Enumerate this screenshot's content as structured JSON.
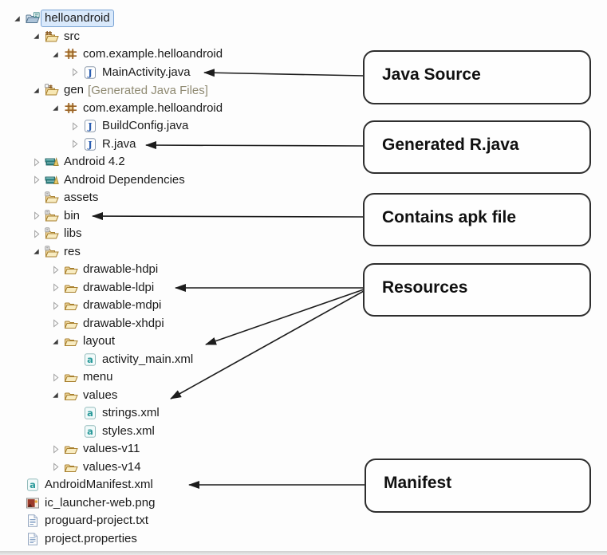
{
  "colors": {
    "selection_fill": "#d9e9fb",
    "selection_border": "#7aa3d4",
    "decorator_text": "#8f8a72",
    "tree_text": "#1a1a1a",
    "callout_border": "#2e2e2e",
    "arrow": "#1c1c1c",
    "folder": "#f4dc9c",
    "package_brown": "#9a6226",
    "java_blue": "#2a5db0",
    "xml_teal": "#2a9a9a"
  },
  "tree": {
    "rows": [
      {
        "label": "helloandroid",
        "icon": "project-icon",
        "toggle": "expanded",
        "level": 0,
        "selected": true
      },
      {
        "label": "src",
        "icon": "package-folder-icon",
        "toggle": "expanded",
        "level": 1
      },
      {
        "label": "com.example.helloandroid",
        "icon": "package-icon",
        "toggle": "expanded",
        "level": 2
      },
      {
        "label": "MainActivity.java",
        "icon": "java-file-icon",
        "toggle": "collapsed",
        "level": 3
      },
      {
        "label": "gen",
        "suffix": "[Generated Java Files]",
        "icon": "package-folder-deco-icon",
        "toggle": "expanded",
        "level": 1
      },
      {
        "label": "com.example.helloandroid",
        "icon": "package-icon",
        "toggle": "expanded",
        "level": 2
      },
      {
        "label": "BuildConfig.java",
        "icon": "java-file-icon",
        "toggle": "collapsed",
        "level": 3
      },
      {
        "label": "R.java",
        "icon": "java-file-icon",
        "toggle": "collapsed",
        "level": 3
      },
      {
        "label": "Android 4.2",
        "icon": "library-icon",
        "toggle": "collapsed",
        "level": 1
      },
      {
        "label": "Android Dependencies",
        "icon": "library-icon",
        "toggle": "collapsed",
        "level": 1
      },
      {
        "label": "assets",
        "icon": "folder-deco-icon",
        "toggle": "none",
        "level": 1
      },
      {
        "label": "bin",
        "icon": "folder-deco-icon",
        "toggle": "collapsed",
        "level": 1
      },
      {
        "label": "libs",
        "icon": "folder-deco-icon",
        "toggle": "collapsed",
        "level": 1
      },
      {
        "label": "res",
        "icon": "folder-deco-icon",
        "toggle": "expanded",
        "level": 1
      },
      {
        "label": "drawable-hdpi",
        "icon": "folder-icon",
        "toggle": "collapsed",
        "level": 2
      },
      {
        "label": "drawable-ldpi",
        "icon": "folder-icon",
        "toggle": "collapsed",
        "level": 2
      },
      {
        "label": "drawable-mdpi",
        "icon": "folder-icon",
        "toggle": "collapsed",
        "level": 2
      },
      {
        "label": "drawable-xhdpi",
        "icon": "folder-icon",
        "toggle": "collapsed",
        "level": 2
      },
      {
        "label": "layout",
        "icon": "folder-icon",
        "toggle": "expanded",
        "level": 2
      },
      {
        "label": "activity_main.xml",
        "icon": "xml-file-icon",
        "toggle": "none",
        "level": 3
      },
      {
        "label": "menu",
        "icon": "folder-icon",
        "toggle": "collapsed",
        "level": 2
      },
      {
        "label": "values",
        "icon": "folder-icon",
        "toggle": "expanded",
        "level": 2
      },
      {
        "label": "strings.xml",
        "icon": "xml-file-icon",
        "toggle": "none",
        "level": 3
      },
      {
        "label": "styles.xml",
        "icon": "xml-file-icon",
        "toggle": "none",
        "level": 3
      },
      {
        "label": "values-v11",
        "icon": "folder-icon",
        "toggle": "collapsed",
        "level": 2
      },
      {
        "label": "values-v14",
        "icon": "folder-icon",
        "toggle": "collapsed",
        "level": 2
      },
      {
        "label": "AndroidManifest.xml",
        "icon": "xml-file-icon",
        "toggle": "none",
        "level": 1,
        "compact": true
      },
      {
        "label": "ic_launcher-web.png",
        "icon": "image-file-icon",
        "toggle": "none",
        "level": 1,
        "compact": true
      },
      {
        "label": "proguard-project.txt",
        "icon": "text-file-icon",
        "toggle": "none",
        "level": 1,
        "compact": true
      },
      {
        "label": "project.properties",
        "icon": "text-file-icon",
        "toggle": "none",
        "level": 1,
        "compact": true
      }
    ]
  },
  "callouts": [
    {
      "id": "java-source",
      "label": "Java Source"
    },
    {
      "id": "generated-r-java",
      "label": "Generated R.java"
    },
    {
      "id": "contains-apk",
      "label": "Contains apk file"
    },
    {
      "id": "resources",
      "label": "Resources"
    },
    {
      "id": "manifest",
      "label": "Manifest"
    }
  ],
  "annotations": {
    "arrows": [
      {
        "from": "java-source",
        "to": "MainActivity.java"
      },
      {
        "from": "generated-r-java",
        "to": "R.java"
      },
      {
        "from": "contains-apk",
        "to": "bin"
      },
      {
        "from": "resources",
        "to": "drawable-ldpi"
      },
      {
        "from": "resources",
        "to": "layout"
      },
      {
        "from": "resources",
        "to": "values"
      },
      {
        "from": "manifest",
        "to": "AndroidManifest.xml"
      }
    ]
  }
}
